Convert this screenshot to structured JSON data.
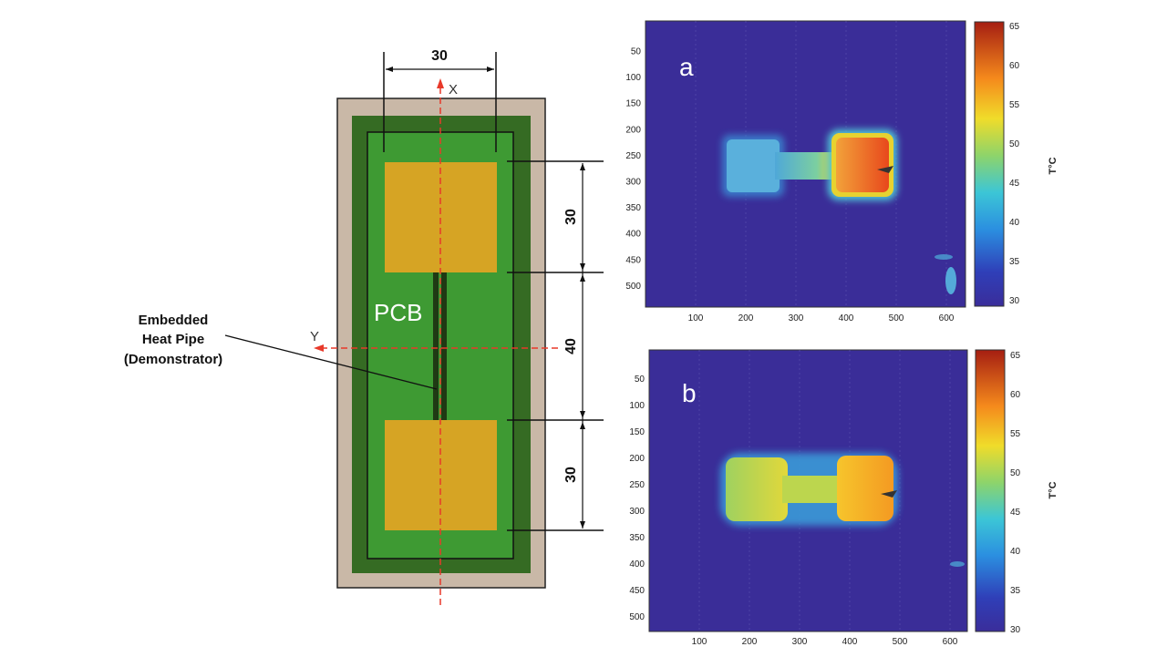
{
  "diagram": {
    "dimensions": {
      "top_width": "30",
      "upper_pad": "30",
      "gap": "40",
      "lower_pad": "30"
    },
    "axis_x": "X",
    "axis_y": "Y",
    "board_label": "PCB",
    "callout": {
      "line1": "Embedded",
      "line2": "Heat Pipe",
      "line3": "(Demonstrator)"
    },
    "colors": {
      "frame": "#c9b8a7",
      "board_dark": "#356b23",
      "board": "#3e9a33",
      "pad": "#d6a424",
      "axis": "#e8392a"
    }
  },
  "thermal_maps": [
    {
      "panel_label": "a",
      "x_ticks": [
        "100",
        "200",
        "300",
        "400",
        "500",
        "600"
      ],
      "y_ticks": [
        "50",
        "100",
        "150",
        "200",
        "250",
        "300",
        "350",
        "400",
        "450",
        "500"
      ],
      "colorbar_ticks": [
        "65",
        "60",
        "55",
        "50",
        "45",
        "40",
        "35",
        "30"
      ],
      "colorbar_label": "T°C"
    },
    {
      "panel_label": "b",
      "x_ticks": [
        "100",
        "200",
        "300",
        "400",
        "500",
        "600"
      ],
      "y_ticks": [
        "50",
        "100",
        "150",
        "200",
        "250",
        "300",
        "350",
        "400",
        "450",
        "500"
      ],
      "colorbar_ticks": [
        "65",
        "60",
        "55",
        "50",
        "45",
        "40",
        "35",
        "30"
      ],
      "colorbar_label": "T°C"
    }
  ]
}
